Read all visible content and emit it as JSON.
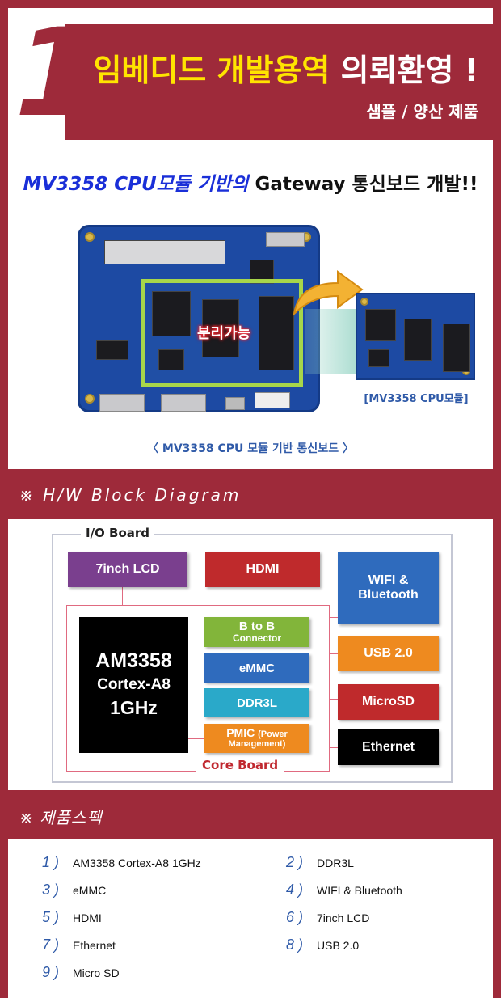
{
  "hero": {
    "number": "1",
    "title_highlight": "임베디드 개발용역",
    "title_rest": "의뢰환영 !",
    "subtitle": "샘플 / 양산 제품",
    "headline_blue": "MV3358 CPU모듈 기반의",
    "headline_rest": "Gateway 통신보드 개발!!",
    "separable_label": "분리가능",
    "module_caption": "[MV3358 CPU모듈]",
    "board_caption": "〈 MV3358 CPU 모듈 기반 통신보드 〉"
  },
  "sections": {
    "hw_block": "※ H/W Block Diagram",
    "specs": "※ 제품스펙"
  },
  "diagram": {
    "io_board": "I/O Board",
    "core_board": "Core Board",
    "cpu_line1": "AM3358",
    "cpu_line2": "Cortex-A8",
    "cpu_line3": "1GHz",
    "lcd": "7inch LCD",
    "hdmi": "HDMI",
    "wifi_line1": "WIFI &",
    "wifi_line2": "Bluetooth",
    "btob_line1": "B to B",
    "btob_line2": "Connector",
    "emmc": "eMMC",
    "ddr": "DDR3L",
    "pmic_main": "PMIC",
    "pmic_sub1": "(Power",
    "pmic_sub2": "Management)",
    "usb": "USB 2.0",
    "microsd": "MicroSD",
    "ethernet": "Ethernet",
    "colors": {
      "lcd": "#7a3f8e",
      "hdmi": "#bf2a2c",
      "wifi": "#2f6bbd",
      "btob": "#82b53a",
      "emmc": "#2f6bbd",
      "ddr": "#2aa9c9",
      "pmic": "#ee8a1f",
      "usb": "#ee8a1f",
      "microsd": "#bf2a2c",
      "ethernet": "#000000"
    }
  },
  "specs": [
    {
      "num": "1 )",
      "label": "AM3358 Cortex-A8 1GHz"
    },
    {
      "num": "2 )",
      "label": "DDR3L"
    },
    {
      "num": "3 )",
      "label": "eMMC"
    },
    {
      "num": "4 )",
      "label": "WIFI & Bluetooth"
    },
    {
      "num": "5 )",
      "label": "HDMI"
    },
    {
      "num": "6 )",
      "label": "7inch LCD"
    },
    {
      "num": "7 )",
      "label": "Ethernet"
    },
    {
      "num": "8 )",
      "label": "USB 2.0"
    },
    {
      "num": "9 )",
      "label": "Micro SD"
    }
  ]
}
